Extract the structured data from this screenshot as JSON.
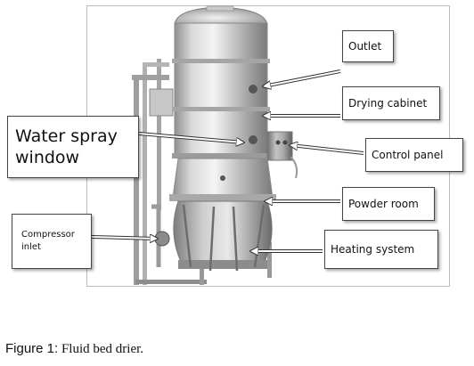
{
  "figure": {
    "caption_label": "Figure 1:",
    "caption_text": "Fluid bed drier."
  },
  "labels": {
    "outlet": "Outlet",
    "drying_cabinet": "Drying cabinet",
    "water_spray_line1": "Water spray",
    "water_spray_line2": "window",
    "control_panel": "Control panel",
    "powder_room": "Powder room",
    "heating_system": "Heating system",
    "compressor_line1": "Compressor",
    "compressor_line2": "inlet"
  }
}
